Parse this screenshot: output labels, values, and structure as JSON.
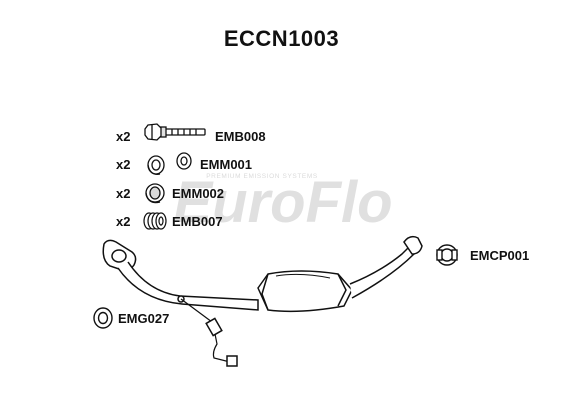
{
  "title": "ECCN1003",
  "watermark": {
    "brand": "EuroFlo",
    "tagline": "PREMIUM EMISSION SYSTEMS"
  },
  "parts": [
    {
      "qty": "x2",
      "code": "EMB008",
      "icon": "bolt-icon"
    },
    {
      "qty": "x2",
      "code": "EMM001",
      "icon": "mounting-rubber-icon"
    },
    {
      "qty": "x2",
      "code": "EMM002",
      "icon": "mounting-rubber-icon"
    },
    {
      "qty": "x2",
      "code": "EMB007",
      "icon": "spring-icon"
    }
  ],
  "callouts": {
    "clamp": "EMCP001",
    "gasket": "EMG027"
  },
  "colors": {
    "stroke": "#111111",
    "watermark": "#c8c8c8",
    "fill": "#ffffff",
    "shade": "#d9d9d9"
  }
}
